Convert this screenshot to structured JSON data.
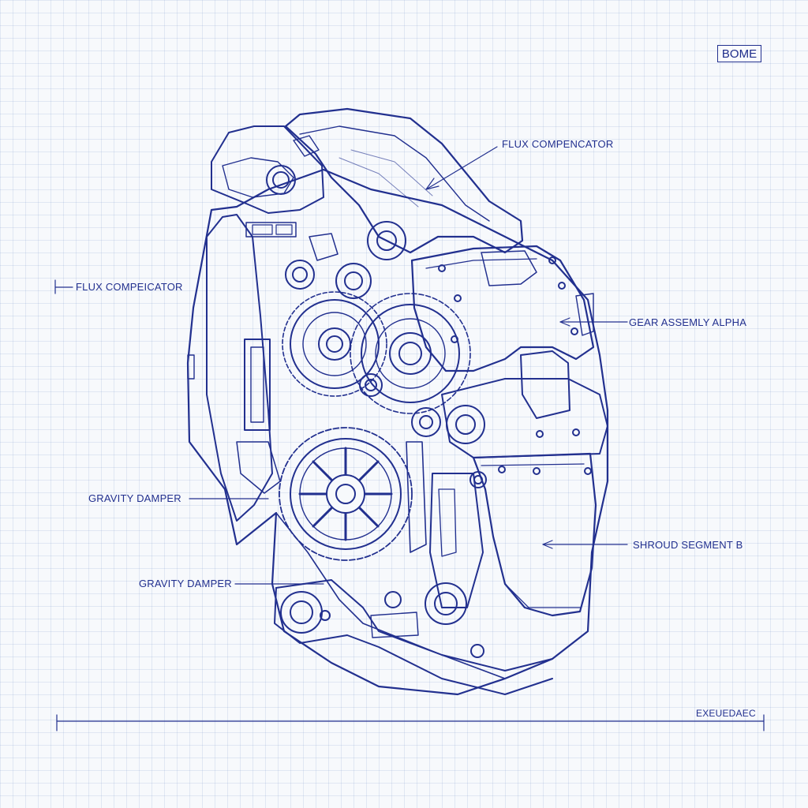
{
  "stamp": "BOME",
  "footer_code": "EXEUEDAEC",
  "ink_color": "#22308f",
  "labels": [
    {
      "id": "flux-top",
      "text": "FLUX COMPENCATOR"
    },
    {
      "id": "flux-left",
      "text": "FLUX COMPEICATOR"
    },
    {
      "id": "gear-alpha",
      "text": "GEAR ASSEMLY ALPHA"
    },
    {
      "id": "gravity-1",
      "text": "GRAVITY DAMPER"
    },
    {
      "id": "shroud-b",
      "text": "SHROUD SEGMENT B"
    },
    {
      "id": "gravity-2",
      "text": "GRAVITY DAMPER"
    }
  ]
}
